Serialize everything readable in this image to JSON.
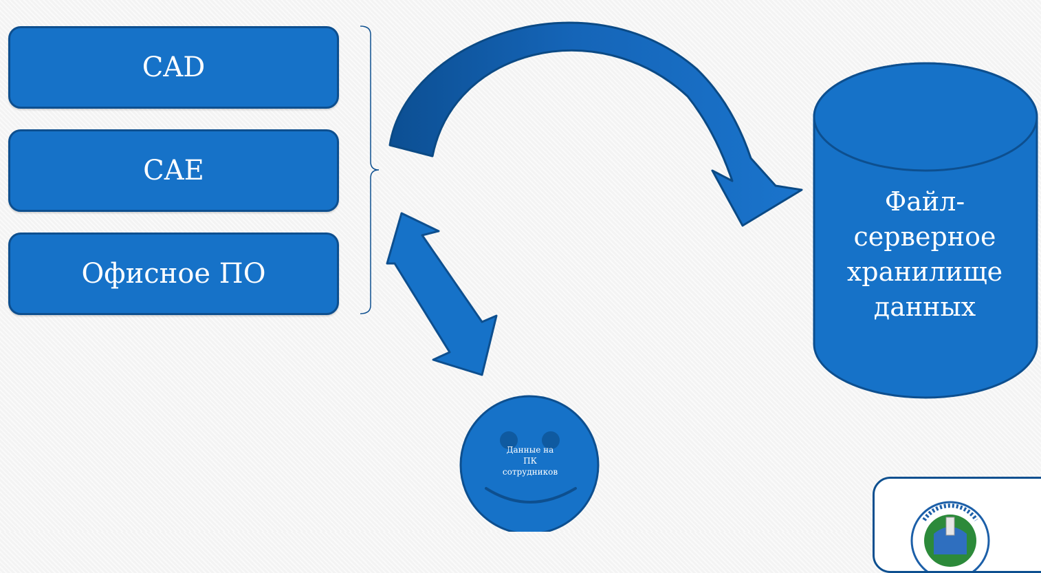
{
  "boxes": {
    "cad": "CAD",
    "cae": "CAE",
    "office": "Офисное ПО"
  },
  "storage": {
    "lines": [
      "Файл-",
      "серверное",
      "хранилище",
      "данных"
    ]
  },
  "employee": {
    "lines": [
      "Данные на",
      "ПК",
      "сотрудников"
    ]
  },
  "colors": {
    "fill": "#1672c8",
    "border": "#0d4f8f",
    "arrow_dark": "#0f5aa0",
    "text": "#ffffff"
  }
}
